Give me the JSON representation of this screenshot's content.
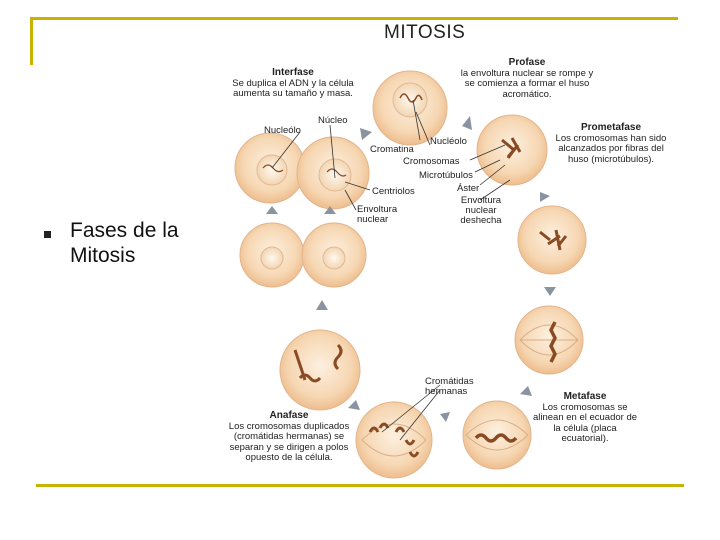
{
  "slide": {
    "bullet_text": "Fases de la Mitosis"
  },
  "diagram": {
    "title": "MITOSIS",
    "phases": {
      "interfase": {
        "name": "Interfase",
        "desc": "Se duplica el ADN y la célula aumenta su tamaño y masa."
      },
      "profase": {
        "name": "Profase",
        "desc": "la envoltura nuclear se rompe y se comienza a formar el huso acromático."
      },
      "prometafase": {
        "name": "Prometafase",
        "desc": "Los cromosomas han sido alcanzados por fibras del huso (microtúbulos)."
      },
      "metafase": {
        "name": "Metafase",
        "desc": "Los cromosomas se alinean en el ecuador de la célula (placa ecuatorial)."
      },
      "anafase": {
        "name": "Anafase",
        "desc": "Los cromosomas duplicados (cromátidas hermanas) se separan y se dirigen a polos opuesto de la célula."
      }
    },
    "parts": {
      "nucleo": "Núcleo",
      "nucleolo_left": "Nucleólo",
      "nucleolo_right": "Nucléolo",
      "cromatina": "Cromatina",
      "cromosomas": "Cromosomas",
      "microtubulos": "Microtúbulos",
      "aster": "Áster",
      "centriolos": "Centriolos",
      "envoltura_nuclear": "Envoltura nuclear",
      "envoltura_deshecha": "Envoltura nuclear deshecha",
      "cromatidas_hermanas": "Cromátidas hermanas"
    },
    "colors": {
      "cell_fill": "#f6d7b3",
      "cell_edge": "#e3b48a",
      "chromosome": "#8a4a22",
      "arrow": "#8a94a0",
      "frame": "#c8b400"
    }
  }
}
